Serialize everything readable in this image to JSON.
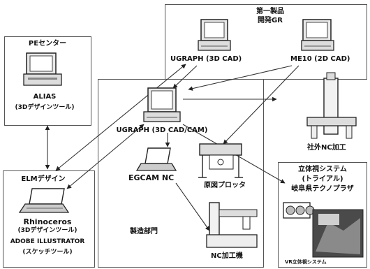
{
  "labels": {
    "pe_center": "PEセンター",
    "alias": "ALIAS",
    "alias_sub": "(3Dデザインツール)",
    "first_dept_line1": "第一製品",
    "first_dept_line2": "開発GR",
    "ugraph_3dcad": "UGRAPH (3D CAD)",
    "me10": "ME10 (2D CAD)",
    "ugraph_cadcam": "UGRAPH (3D CAD/CAM)",
    "external_nc": "社外NC加工",
    "elm_design": "ELMデザイン",
    "rhinoceros": "Rhinoceros",
    "rhino_sub": "(3Dデザインツール)",
    "adobe": "ADOBE ILLUSTRATOR",
    "adobe_sub": "(スケッチツール)",
    "egcam": "EGCAM NC",
    "plotter": "原図プロッタ",
    "manufacturing": "製造部門",
    "nc_machine": "NC加工機",
    "vr_line1": "立体視システム",
    "vr_line2": "(トライアル)",
    "vr_line3": "岐阜県テクノプラザ",
    "vr_caption": "VR立体視システム"
  }
}
